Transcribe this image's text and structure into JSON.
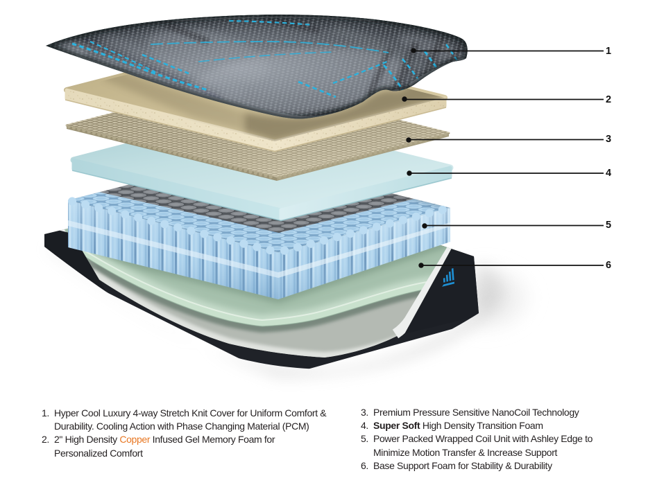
{
  "figure": {
    "kind": "exploded-mattress-layer-diagram",
    "background": "#ffffff",
    "layers": [
      {
        "num": "1",
        "name": "stretch-knit-cover",
        "color": "#2e3238"
      },
      {
        "num": "2",
        "name": "gel-memory-foam",
        "color": "#d6c9a2"
      },
      {
        "num": "3",
        "name": "nanocoil-layer",
        "color": "#cdc3a6"
      },
      {
        "num": "4",
        "name": "transition-foam",
        "color": "#cfe7e9"
      },
      {
        "num": "5",
        "name": "wrapped-coil-unit",
        "color": "#b5d8ef"
      },
      {
        "num": "6",
        "name": "base-support-foam",
        "color": "#c2d9c6"
      }
    ]
  },
  "callouts": [
    {
      "number": "1"
    },
    {
      "number": "2"
    },
    {
      "number": "3"
    },
    {
      "number": "4"
    },
    {
      "number": "5"
    },
    {
      "number": "6"
    }
  ],
  "legend": {
    "left": [
      {
        "number": "1.",
        "lines": [
          [
            {
              "t": "Hyper Cool Luxury 4-way Stretch Knit Cover for Uniform Comfort &"
            }
          ],
          [
            {
              "t": "Durability. Cooling Action with Phase Changing Material (PCM)"
            }
          ]
        ]
      },
      {
        "number": "2.",
        "lines": [
          [
            {
              "t": "2\" High Density "
            },
            {
              "t": "Copper",
              "c": "copper"
            },
            {
              "t": " Infused Gel Memory Foam for"
            }
          ],
          [
            {
              "t": "Personalized Comfort"
            }
          ]
        ]
      }
    ],
    "right": [
      {
        "number": "3.",
        "lines": [
          [
            {
              "t": "Premium Pressure Sensitive NanoCoil Technology"
            }
          ]
        ]
      },
      {
        "number": "4.",
        "lines": [
          [
            {
              "t": "Super Soft",
              "b": true
            },
            {
              "t": " High Density Transition Foam"
            }
          ]
        ]
      },
      {
        "number": "5.",
        "lines": [
          [
            {
              "t": "Power Packed Wrapped Coil Unit with Ashley Edge to"
            }
          ],
          [
            {
              "t": "Minimize Motion Transfer & Increase Support"
            }
          ]
        ]
      },
      {
        "number": "6.",
        "lines": [
          [
            {
              "t": "Base Support Foam for Stability & Durability"
            }
          ]
        ]
      }
    ]
  },
  "colors": {
    "copper_highlight": "#e87722",
    "legend_text": "#231f20",
    "callout": "#111111",
    "logo_blue": "#1e8fd3",
    "cover_dark": "#2e3238",
    "cover_accent_cyan": "#2fb3dd",
    "memory_foam_tan": "#d6c9a2",
    "nanocoil_beige": "#cdc3a6",
    "transition_foam_blue": "#cfe7e9",
    "coil_blue": "#b5d8ef",
    "base_black": "#1e2126",
    "base_green": "#c2d9c6",
    "base_white_band": "#eef0ef"
  }
}
